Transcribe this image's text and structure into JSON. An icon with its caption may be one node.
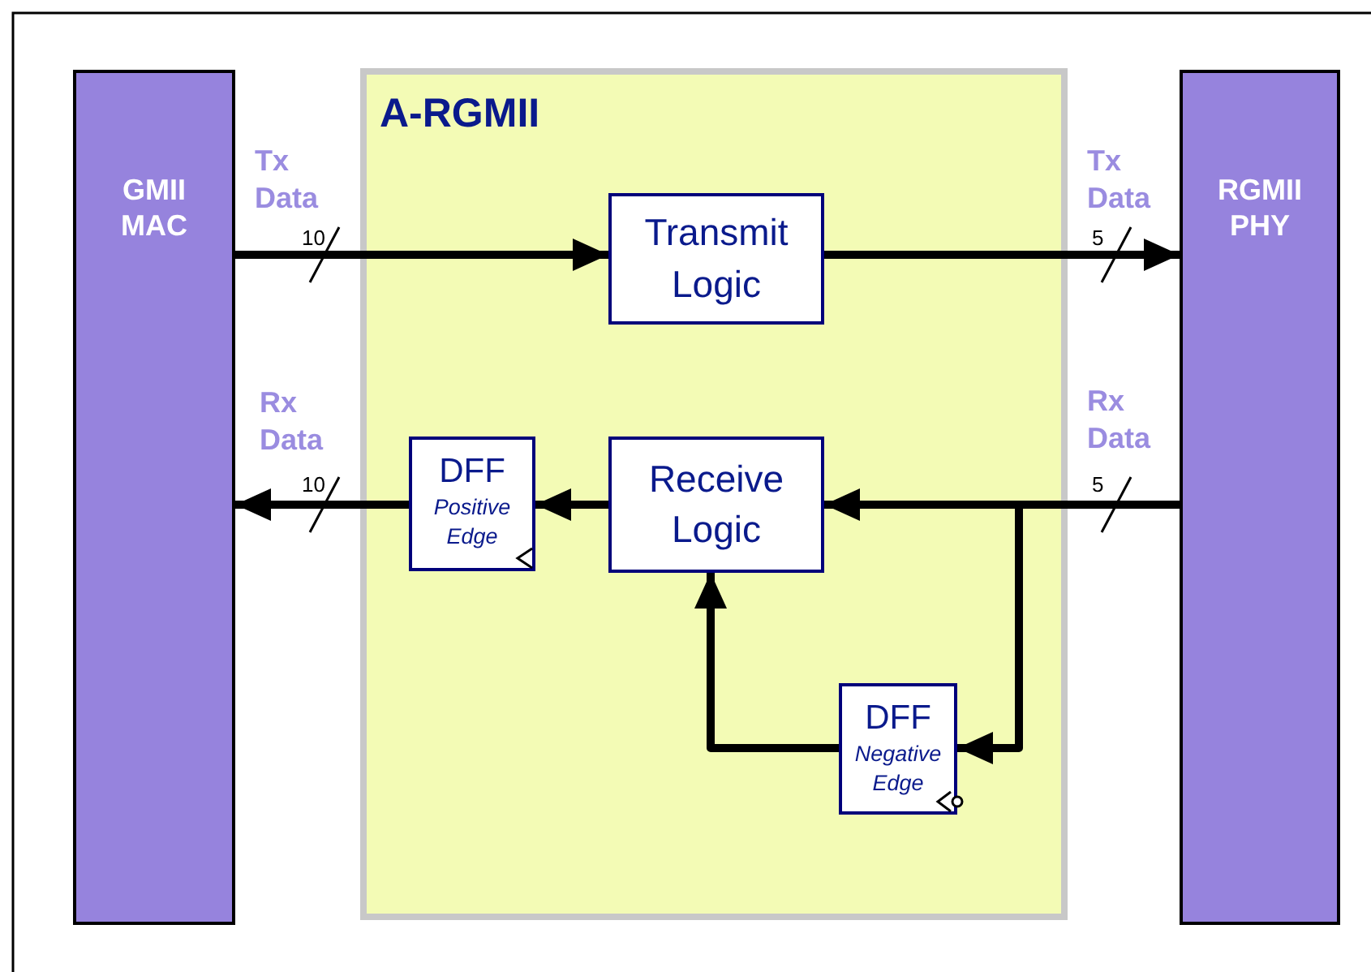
{
  "diagram": {
    "nodes": [
      {
        "text": [
          "GMII MAC"
        ]
      },
      {
        "text": [
          "A-RGMII"
        ]
      },
      {
        "text": [
          "Transmit Logic"
        ],
        "in": 1
      },
      {
        "text": [
          "Receive Logic"
        ],
        "in": 1
      },
      {
        "text": [
          "DFF",
          "Positive Edge"
        ],
        "in": 1
      },
      {
        "text": [
          "DFF",
          "Negative Edge"
        ],
        "in": 1
      },
      {
        "text": [
          "RGMII PHY"
        ]
      }
    ],
    "edges": [
      {
        "from": 0,
        "to": 2,
        "arrow": "to"
      },
      {
        "from": 2,
        "to": 6,
        "arrow": "to"
      },
      {
        "from": 6,
        "to": 3,
        "arrow": "to"
      },
      {
        "from": 6,
        "to": 5,
        "arrow": "to"
      },
      {
        "from": 5,
        "to": 3,
        "arrow": "to"
      },
      {
        "from": 3,
        "to": 4,
        "arrow": "to"
      },
      {
        "from": 4,
        "to": 0,
        "arrow": "to"
      }
    ],
    "labels": [
      "Tx Data",
      "Tx Data",
      "10",
      "5",
      "Rx Data",
      "Rx Data",
      "10",
      "5"
    ]
  }
}
